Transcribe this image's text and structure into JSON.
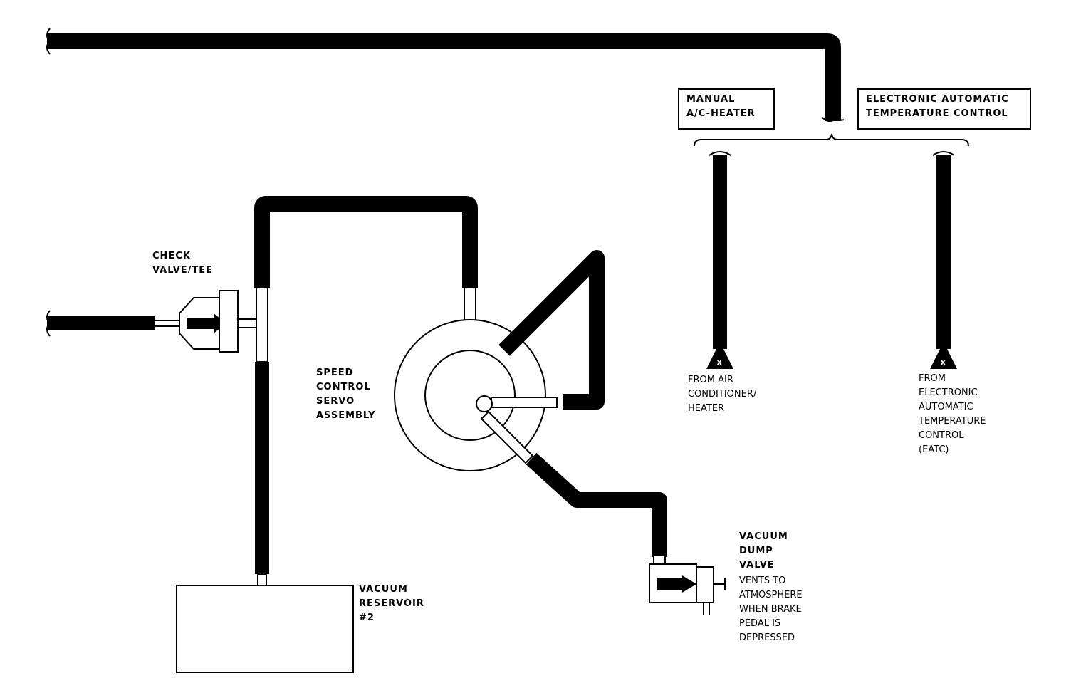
{
  "labels": {
    "manual": [
      "MANUAL",
      "A/C-HEATER"
    ],
    "eatc_box": [
      "ELECTRONIC AUTOMATIC",
      "TEMPERATURE CONTROL"
    ],
    "check_valve": [
      "CHECK",
      "VALVE/TEE"
    ],
    "servo": [
      "SPEED",
      "CONTROL",
      "SERVO",
      "ASSEMBLY"
    ],
    "from_ac": [
      "FROM AIR",
      "CONDITIONER/",
      "HEATER"
    ],
    "from_eatc": [
      "FROM",
      "ELECTRONIC",
      "AUTOMATIC",
      "TEMPERATURE",
      "CONTROL",
      "(EATC)"
    ],
    "dump_valve": [
      "VACUUM",
      "DUMP",
      "VALVE"
    ],
    "dump_valve_note": [
      "VENTS TO",
      "ATMOSPHERE",
      "WHEN BRAKE",
      "PEDAL IS",
      "DEPRESSED"
    ],
    "reservoir": [
      "VACUUM",
      "RESERVOIR",
      "#2"
    ],
    "port_mark_left": "X",
    "port_mark_right": "X"
  }
}
